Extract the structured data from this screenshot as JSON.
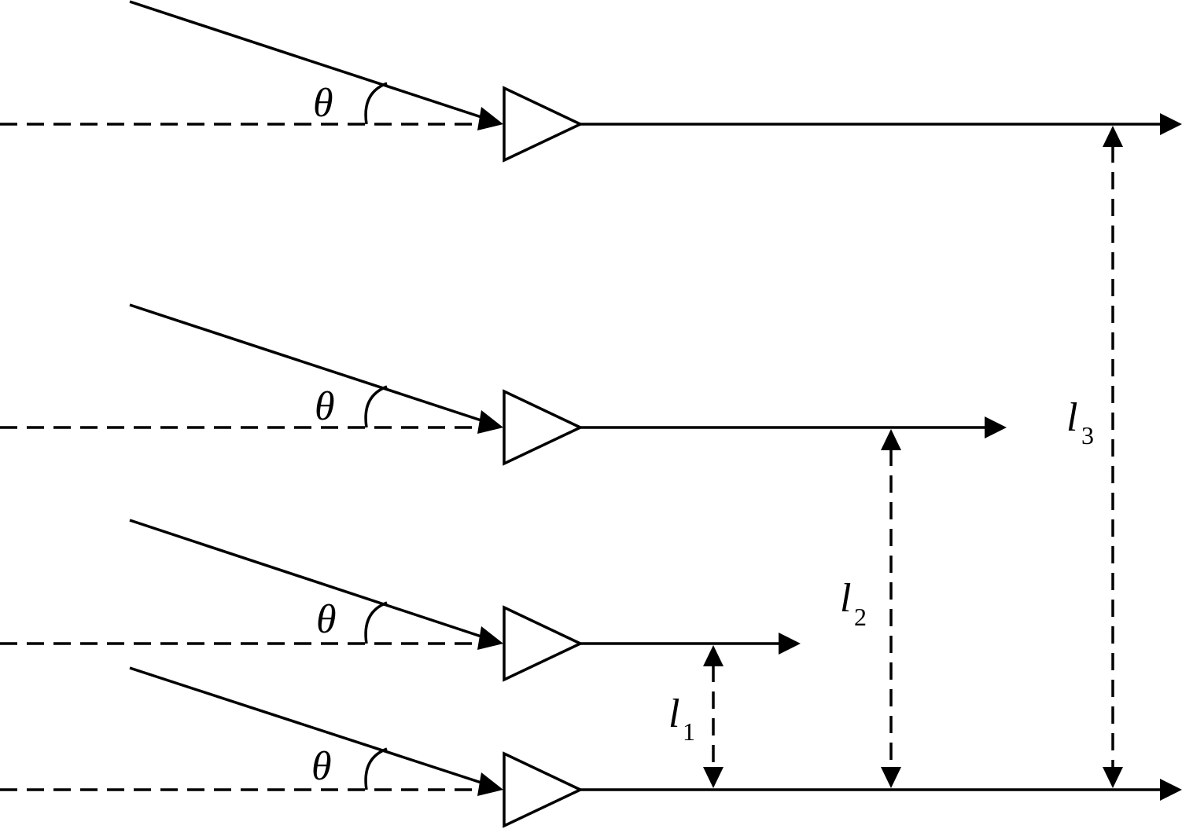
{
  "angle_symbol": "θ",
  "distances": [
    {
      "symbol": "l",
      "subscript": "1"
    },
    {
      "symbol": "l",
      "subscript": "2"
    },
    {
      "symbol": "l",
      "subscript": "3"
    }
  ]
}
